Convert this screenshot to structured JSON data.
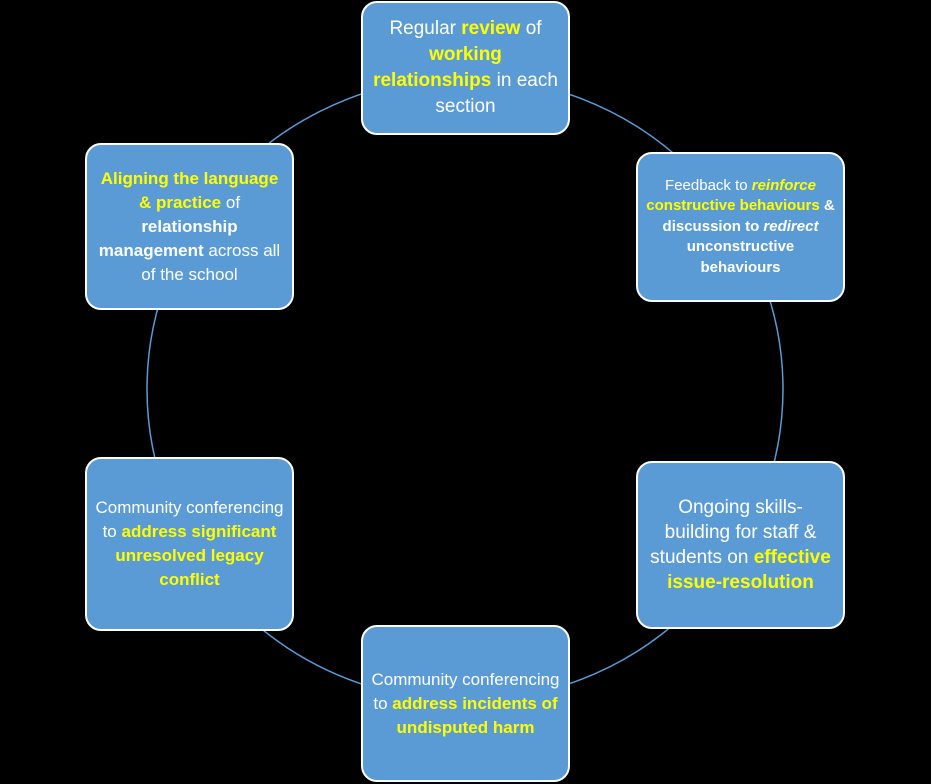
{
  "diagram": {
    "ring_color": "#5b9bd5",
    "node_fill": "#5b9bd5",
    "node_border": "#ffffff",
    "text_color": "#ffffff",
    "highlight_color": "#ffff00",
    "nodes": [
      {
        "id": "top",
        "text": "Regular review of working relationships in each section",
        "parts": {
          "p1": "Regular ",
          "p2": "review",
          "p3": " of ",
          "p4": "working relationships",
          "p5": " in each section"
        }
      },
      {
        "id": "top-right",
        "text": "Feedback to reinforce constructive behaviours & discussion to redirect unconstructive behaviours",
        "parts": {
          "p1": "Feedback to ",
          "p2": "reinforce",
          "p3": " constructive behaviours",
          "p4": " & discussion to ",
          "p5": "redirect",
          "p6": " unconstructive behaviours"
        }
      },
      {
        "id": "bottom-right",
        "text": "Ongoing skills-building for staff & students on effective issue-resolution",
        "parts": {
          "p1": "Ongoing skills-building for staff & students on ",
          "p2": "effective issue-resolution"
        }
      },
      {
        "id": "bottom",
        "text": "Community conferencing to address incidents of undisputed harm",
        "parts": {
          "p1": "Community conferencing to ",
          "p2": "address incidents of undisputed harm"
        }
      },
      {
        "id": "bottom-left",
        "text": "Community conferencing to address significant unresolved legacy conflict",
        "parts": {
          "p1": "Community conferencing to ",
          "p2": "address significant unresolved legacy conflict"
        }
      },
      {
        "id": "top-left",
        "text": "Aligning the language & practice of relationship management across all of the school",
        "parts": {
          "p1": "Aligning the language & practice",
          "p2": " of ",
          "p3": "relationship management",
          "p4": " across all of the school"
        }
      }
    ]
  }
}
